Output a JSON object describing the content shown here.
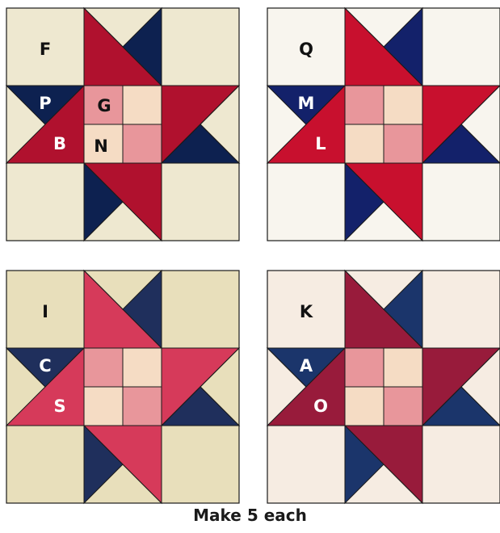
{
  "caption": "Make 5 each",
  "blocks": [
    {
      "labels": {
        "corner": "F",
        "upper_triangle": "P",
        "lower_triangle": "B",
        "square_top_left": "G",
        "square_bottom_left": "N"
      },
      "colors": {
        "background": "#eee8d0",
        "star": "#b0112e",
        "dark": "#0d2150",
        "pink": "#e8969b",
        "peach": "#f5dcc4"
      }
    },
    {
      "labels": {
        "corner": "Q",
        "upper_triangle": "M",
        "lower_triangle": "L"
      },
      "colors": {
        "background": "#f8f5ee",
        "star": "#c8102e",
        "dark": "#13216a",
        "pink": "#e8969b",
        "peach": "#f5dcc4"
      }
    },
    {
      "labels": {
        "corner": "I",
        "upper_triangle": "C",
        "lower_triangle": "S"
      },
      "colors": {
        "background": "#e8dfbb",
        "star": "#d63a5a",
        "dark": "#1f2f5c",
        "pink": "#e8969b",
        "peach": "#f5dcc4"
      }
    },
    {
      "labels": {
        "corner": "K",
        "upper_triangle": "A",
        "lower_triangle": "O"
      },
      "colors": {
        "background": "#f6ece2",
        "star": "#981b3b",
        "dark": "#1b356b",
        "pink": "#e8969b",
        "peach": "#f5dcc4"
      }
    }
  ]
}
